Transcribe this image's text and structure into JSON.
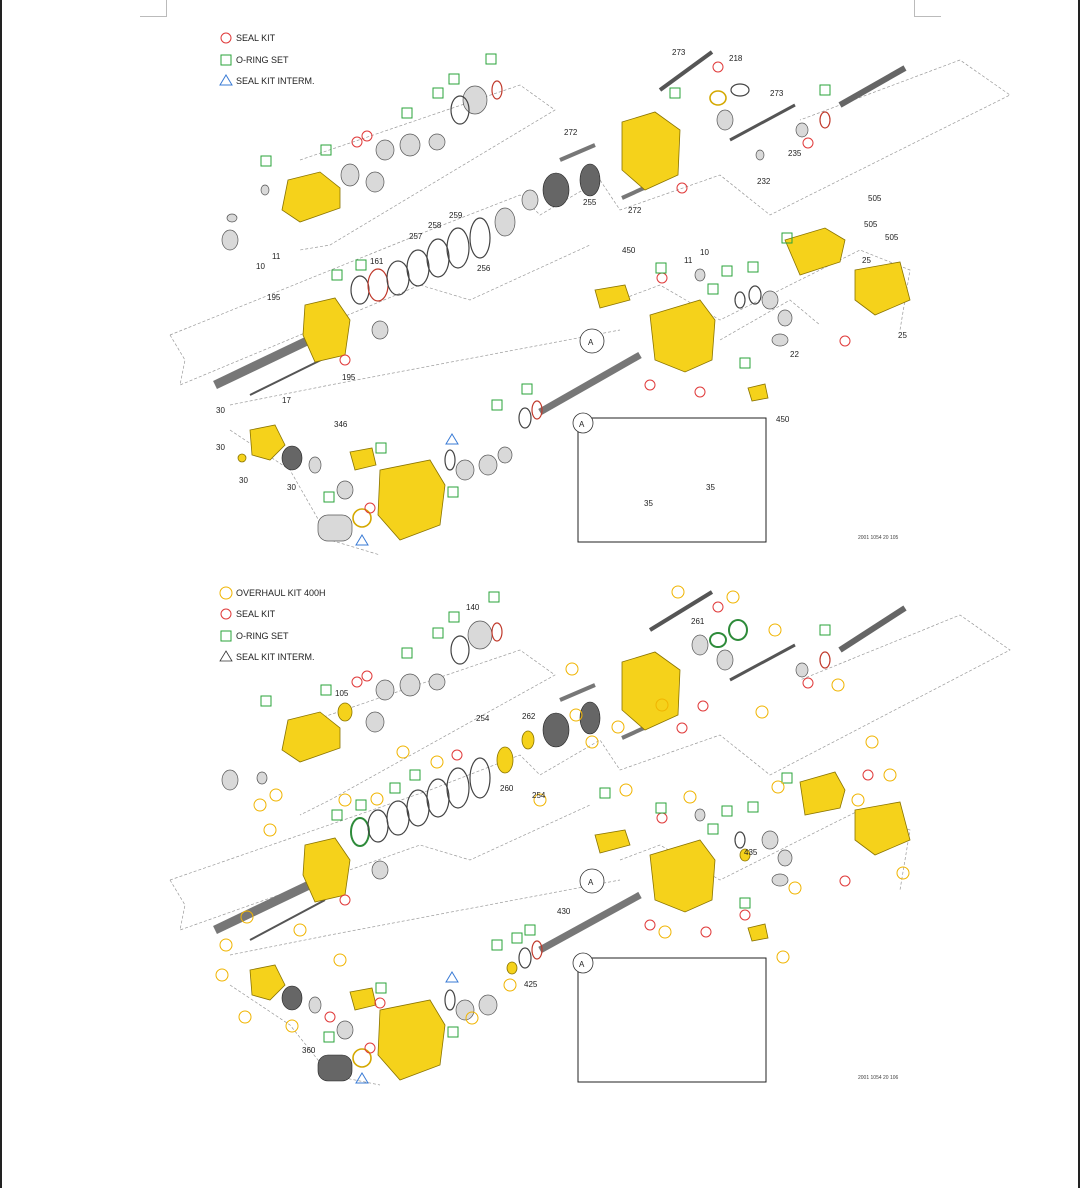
{
  "diagram_top": {
    "legend": {
      "seal_kit": "SEAL KIT",
      "o_ring_set": "O-RING SET",
      "seal_kit_interm": "SEAL KIT INTERM."
    },
    "labels": [
      "273",
      "218",
      "273",
      "272",
      "235",
      "232",
      "255",
      "272",
      "10",
      "11",
      "161",
      "258",
      "257",
      "259",
      "256",
      "195",
      "195",
      "17",
      "450",
      "10",
      "11",
      "505",
      "505",
      "505",
      "25",
      "22",
      "25",
      "346",
      "30",
      "30",
      "30",
      "30",
      "35",
      "35",
      "450"
    ],
    "detail_label": "A",
    "callout_label": "A",
    "drawing_code": "2001 1054 20 105"
  },
  "diagram_bottom": {
    "legend": {
      "overhaul_kit": "OVERHAUL KIT 400H",
      "seal_kit": "SEAL KIT",
      "o_ring_set": "O-RING SET",
      "seal_kit_interm": "SEAL KIT INTERM."
    },
    "labels": [
      "140",
      "261",
      "105",
      "254",
      "262",
      "260",
      "254",
      "435",
      "430",
      "425",
      "360"
    ],
    "detail_label": "A",
    "callout_label": "A",
    "drawing_code": "2001 1054 20 106"
  },
  "colors": {
    "part_yellow": "#f5d21b",
    "seal_kit_marker": "#e03a3a",
    "o_ring_marker": "#2aa33a",
    "interm_marker": "#3a7bd5",
    "overhaul_marker": "#f0b400"
  }
}
